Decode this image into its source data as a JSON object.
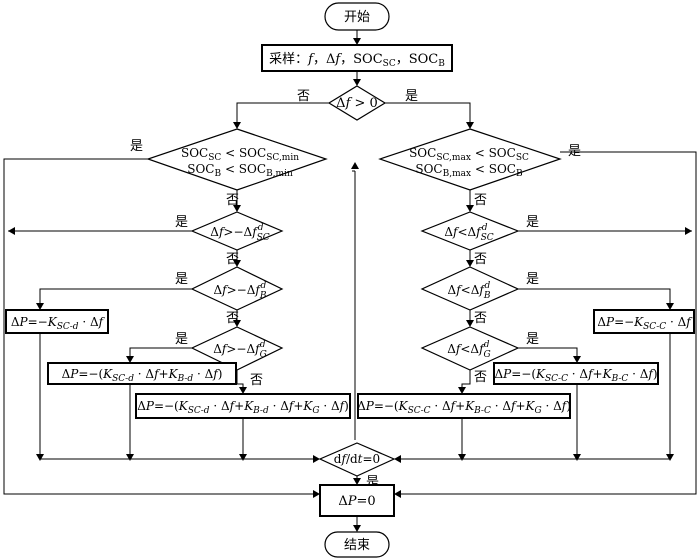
{
  "nodes": {
    "start": "开始",
    "sample": "采样：f，Δf，SOC_SC，SOC_B",
    "d_df_pos": "Δf > 0",
    "d_soc_min": [
      "SOC_SC < SOC_SC,min",
      "SOC_B < SOC_B,min"
    ],
    "d_soc_max": [
      "SOC_SC,max < SOC_SC",
      "SOC_B,max < SOC_B"
    ],
    "l_sc": "Δf > −Δf_SC^d",
    "l_b": "Δf > −Δf_B^d",
    "l_g": "Δf > −Δf_G^d",
    "r_sc": "Δf < Δf_SC^d",
    "r_b": "Δf < Δf_B^d",
    "r_g": "Δf < Δf_G^d",
    "p_l1": "ΔP = −K_SC-d · Δf",
    "p_l2": "ΔP = −(K_SC-d · Δf + K_B-d · Δf)",
    "p_l3": "ΔP = −(K_SC-d · Δf + K_B-d · Δf + K_G · Δf)",
    "p_r1": "ΔP = −K_SC-C · Δf",
    "p_r2": "ΔP = −(K_SC-C · Δf + K_B-C · Δf)",
    "p_r3": "ΔP = −(K_SC-C · Δf + K_B-C · Δf + K_G · Δf)",
    "d_dfdt": "df/dt = 0",
    "p_zero": "ΔP = 0",
    "end": "结束"
  },
  "labels": {
    "yes": "是",
    "no": "否"
  }
}
